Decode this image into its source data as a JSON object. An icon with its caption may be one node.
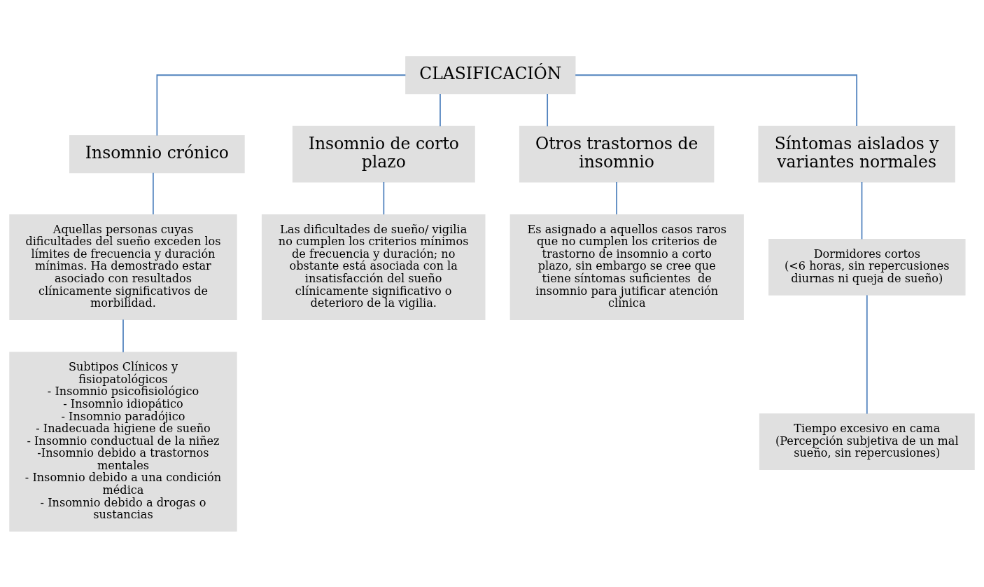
{
  "diagram": {
    "nodes": [
      {
        "text": [
          "CLASIFICACIÓN"
        ]
      },
      {
        "text": [
          "Insomnio crónico"
        ]
      },
      {
        "text": [
          "Insomnio de corto plazo"
        ]
      },
      {
        "text": [
          "Otros trastornos de insomnio"
        ]
      },
      {
        "text": [
          "Síntomas aislados y variantes normales"
        ]
      },
      {
        "text": [
          "Aquellas personas cuyas dificultades del sueño exceden los límites de frecuencia y duración mínimas. Ha demostrado estar asociado con resultados clínicamente significativos de morbilidad."
        ]
      },
      {
        "text": [
          "Las dificultades de sueño/ vigilia no cumplen los criterios mínimos de frecuencia y duración; no obstante está asociada con la insatisfacción del sueño clínicamente significativo o deterioro de la vigilia."
        ]
      },
      {
        "text": [
          "Es asignado a aquellos casos raros que no cumplen los criterios de trastorno de insomnio a corto plazo, sin embargo se cree que tiene síntomas suficientes  de insomnio para jutificar atención clínica"
        ]
      },
      {
        "text": [
          "Dormidores cortos",
          "(<6 horas, sin repercusiones diurnas ni queja de sueño)"
        ]
      },
      {
        "text": [
          "Tiempo excesivo en cama",
          "(Percepción subjetiva de un mal sueño, sin repercusiones)"
        ]
      },
      {
        "text": [
          "Subtipos Clínicos y fisiopatológicos",
          "- Insomnio psicofisiológico",
          "- Insomnio idiopático",
          "- Insomnio paradójico",
          "- Inadecuada higiene de sueño",
          "- Insomnio conductual de la niñez",
          "-Insomnio debido a trastornos mentales",
          "- Insomnio debido a una condición médica",
          "- Insomnio debido a drogas o sustancias"
        ]
      }
    ],
    "edges": [
      {
        "from": 0,
        "to": 1,
        "arrow": "none"
      },
      {
        "from": 0,
        "to": 2,
        "arrow": "none"
      },
      {
        "from": 0,
        "to": 3,
        "arrow": "none"
      },
      {
        "from": 0,
        "to": 4,
        "arrow": "none"
      },
      {
        "from": 1,
        "to": 5,
        "arrow": "none"
      },
      {
        "from": 2,
        "to": 6,
        "arrow": "none"
      },
      {
        "from": 3,
        "to": 7,
        "arrow": "none"
      },
      {
        "from": 4,
        "to": 8,
        "arrow": "none"
      },
      {
        "from": 8,
        "to": 9,
        "arrow": "none"
      },
      {
        "from": 5,
        "to": 10,
        "arrow": "none"
      }
    ]
  }
}
